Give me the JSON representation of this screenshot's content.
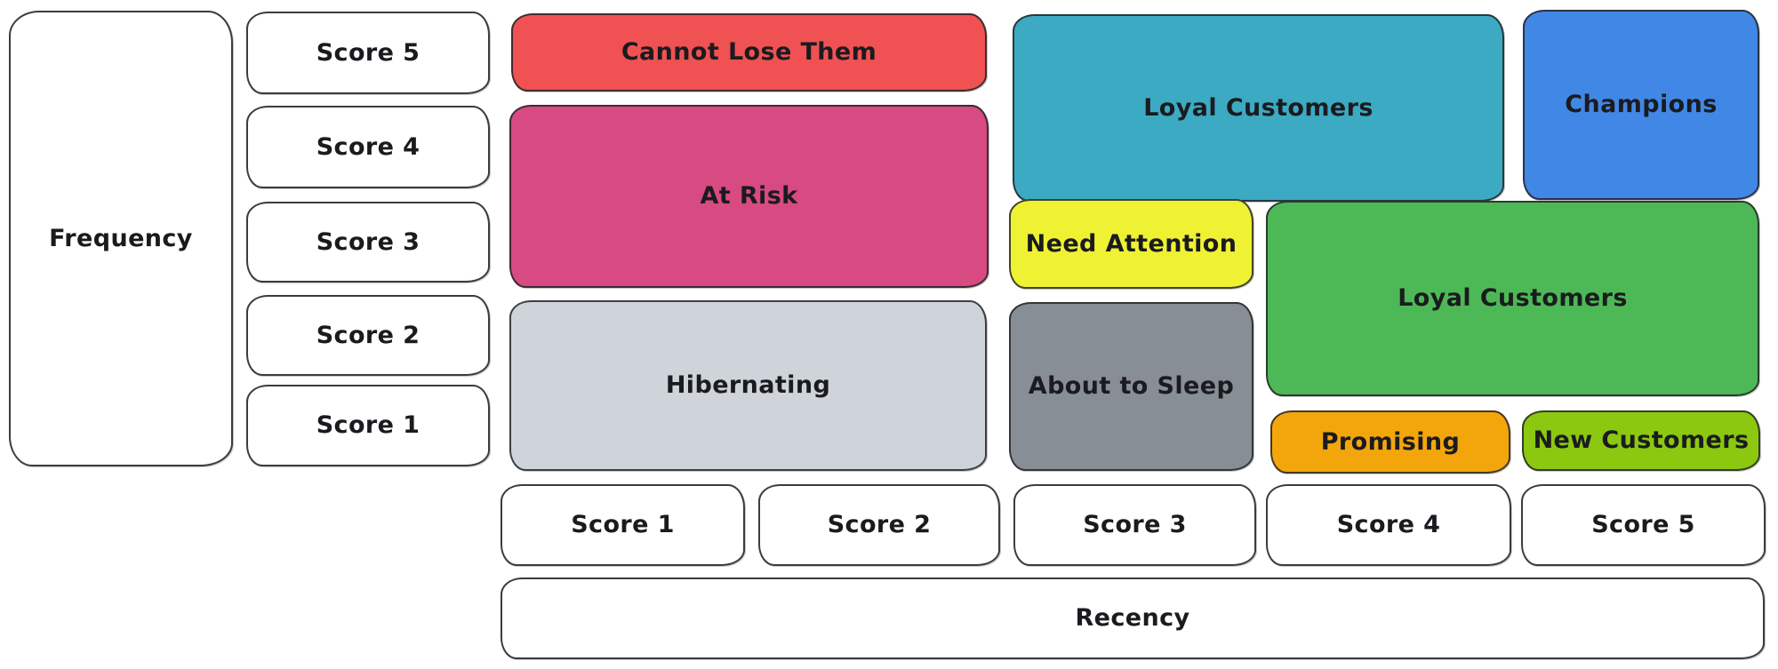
{
  "colors": {
    "background": "#ffffff",
    "stroke": "#393c42",
    "text": "#1b1b1f",
    "white_box": "#ffffff",
    "cannot_lose": "#f05152",
    "at_risk": "#d74a82",
    "hibernating": "#ced4da",
    "loyal_teal": "#3baac2",
    "champions": "#4187e6",
    "need_attention": "#eef233",
    "about_to_sleep": "#878e95",
    "loyal_green": "#4db956",
    "promising": "#f3a60b",
    "new_customers": "#8bc80f"
  },
  "axes": {
    "frequency": {
      "label": "Frequency",
      "scores": [
        "Score 5",
        "Score 4",
        "Score 3",
        "Score 2",
        "Score 1"
      ]
    },
    "recency": {
      "label": "Recency",
      "scores": [
        "Score 1",
        "Score 2",
        "Score 3",
        "Score 4",
        "Score 5"
      ]
    }
  },
  "segments": {
    "cannot_lose": {
      "label": "Cannot Lose Them"
    },
    "at_risk": {
      "label": "At Risk"
    },
    "hibernating": {
      "label": "Hibernating"
    },
    "loyal_teal": {
      "label": "Loyal Customers"
    },
    "champions": {
      "label": "Champions"
    },
    "need_attention": {
      "label": "Need Attention"
    },
    "about_to_sleep": {
      "label": "About to Sleep"
    },
    "loyal_green": {
      "label": "Loyal Customers"
    },
    "promising": {
      "label": "Promising"
    },
    "new_customers": {
      "label": "New Customers"
    }
  }
}
